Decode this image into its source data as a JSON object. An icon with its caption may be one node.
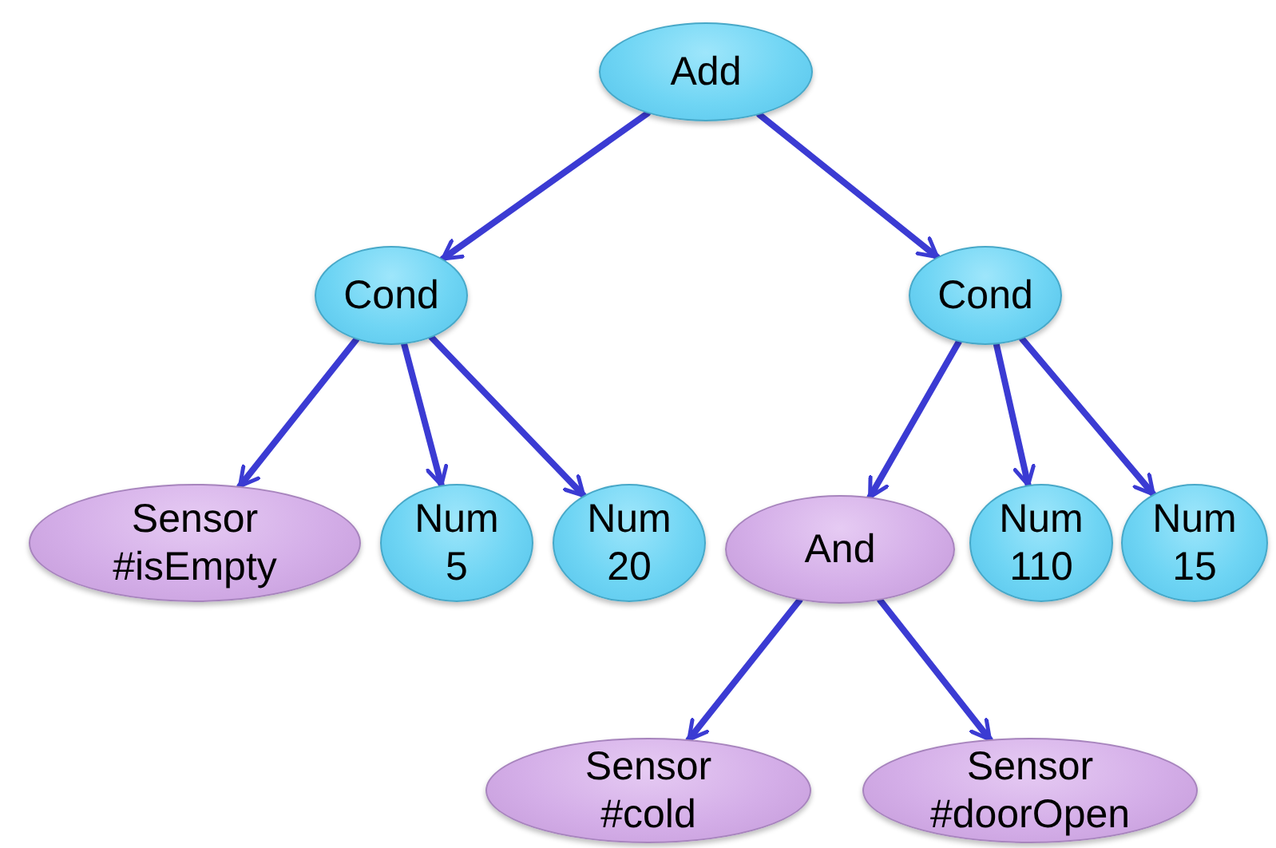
{
  "diagram": {
    "nodes": [
      {
        "text": [
          "Add"
        ]
      },
      {
        "text": [
          "Cond"
        ]
      },
      {
        "text": [
          "Cond"
        ]
      },
      {
        "text": [
          "Sensor",
          "#isEmpty"
        ]
      },
      {
        "text": [
          "Num",
          "5"
        ]
      },
      {
        "text": [
          "Num",
          "20"
        ]
      },
      {
        "text": [
          "And"
        ]
      },
      {
        "text": [
          "Num",
          "110"
        ]
      },
      {
        "text": [
          "Num",
          "15"
        ]
      },
      {
        "text": [
          "Sensor",
          "#cold"
        ]
      },
      {
        "text": [
          "Sensor",
          "#doorOpen"
        ]
      }
    ],
    "edges": [
      {
        "from": 0,
        "to": 1,
        "arrow": "to"
      },
      {
        "from": 0,
        "to": 2,
        "arrow": "to"
      },
      {
        "from": 1,
        "to": 3,
        "arrow": "to"
      },
      {
        "from": 1,
        "to": 4,
        "arrow": "to"
      },
      {
        "from": 1,
        "to": 5,
        "arrow": "to"
      },
      {
        "from": 2,
        "to": 6,
        "arrow": "to"
      },
      {
        "from": 2,
        "to": 7,
        "arrow": "to"
      },
      {
        "from": 2,
        "to": 8,
        "arrow": "to"
      },
      {
        "from": 6,
        "to": 9,
        "arrow": "to"
      },
      {
        "from": 6,
        "to": 10,
        "arrow": "to"
      }
    ]
  }
}
